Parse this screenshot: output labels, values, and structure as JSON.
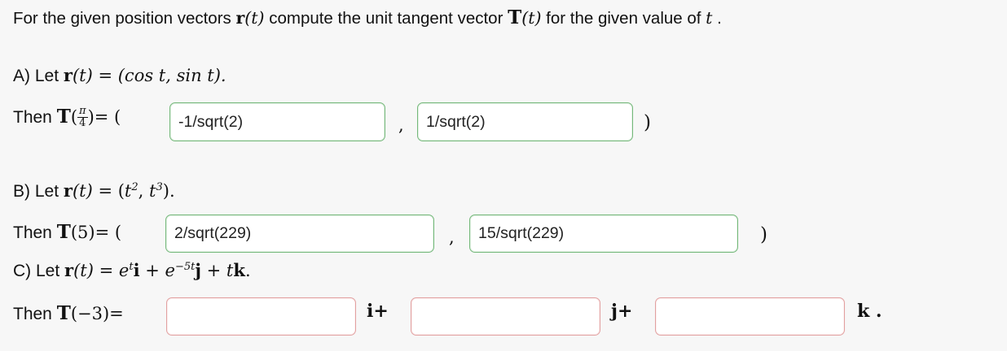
{
  "prompt": {
    "text_1": "For the given position vectors ",
    "r_symbol": "r",
    "t_paren_1": "(t)",
    "text_2": " compute the unit tangent vector ",
    "T_symbol": "T",
    "t_paren_2": "(t)",
    "text_3": " for the given value of ",
    "t_var": "t",
    "text_4": " ."
  },
  "parts": {
    "a": {
      "label": "A) Let ",
      "r": "r",
      "r_arg": "(t)",
      "equals": " = (cos",
      "definition": "(cos t, sin t).",
      "then_label": "Then ",
      "T": "T",
      "frac_num": "π",
      "frac_den": "4",
      "then_suffix": ")= (",
      "comma": ",",
      "close_paren": ")",
      "answer_1": "-1/sqrt(2)",
      "answer_2": "1/sqrt(2)",
      "answer_1_state": "green",
      "answer_2_state": "green"
    },
    "b": {
      "label": "B) Let ",
      "definition": "(t², t³).",
      "then_label": "Then ",
      "arg": "(5)= (",
      "comma": ",",
      "close_paren": ")",
      "answer_1": "2/sqrt(229)",
      "answer_2": "15/sqrt(229)",
      "answer_1_state": "green",
      "answer_2_state": "green"
    },
    "c": {
      "label": "C) Let ",
      "definition": "e^t i + e^-5t j + t k.",
      "then_label": "Then ",
      "arg": "(−3)=",
      "unit_1": "i+",
      "unit_2": "j+",
      "unit_3": "k .",
      "answer_1": "",
      "answer_2": "",
      "answer_3": "",
      "answer_1_state": "red",
      "answer_2_state": "red",
      "answer_3_state": "red"
    }
  },
  "colors": {
    "page_background": "#f7f7f7",
    "input_background": "#ffffff",
    "correct_border": "#74b87a",
    "blank_border": "#e2a0a0",
    "text": "#111111"
  }
}
